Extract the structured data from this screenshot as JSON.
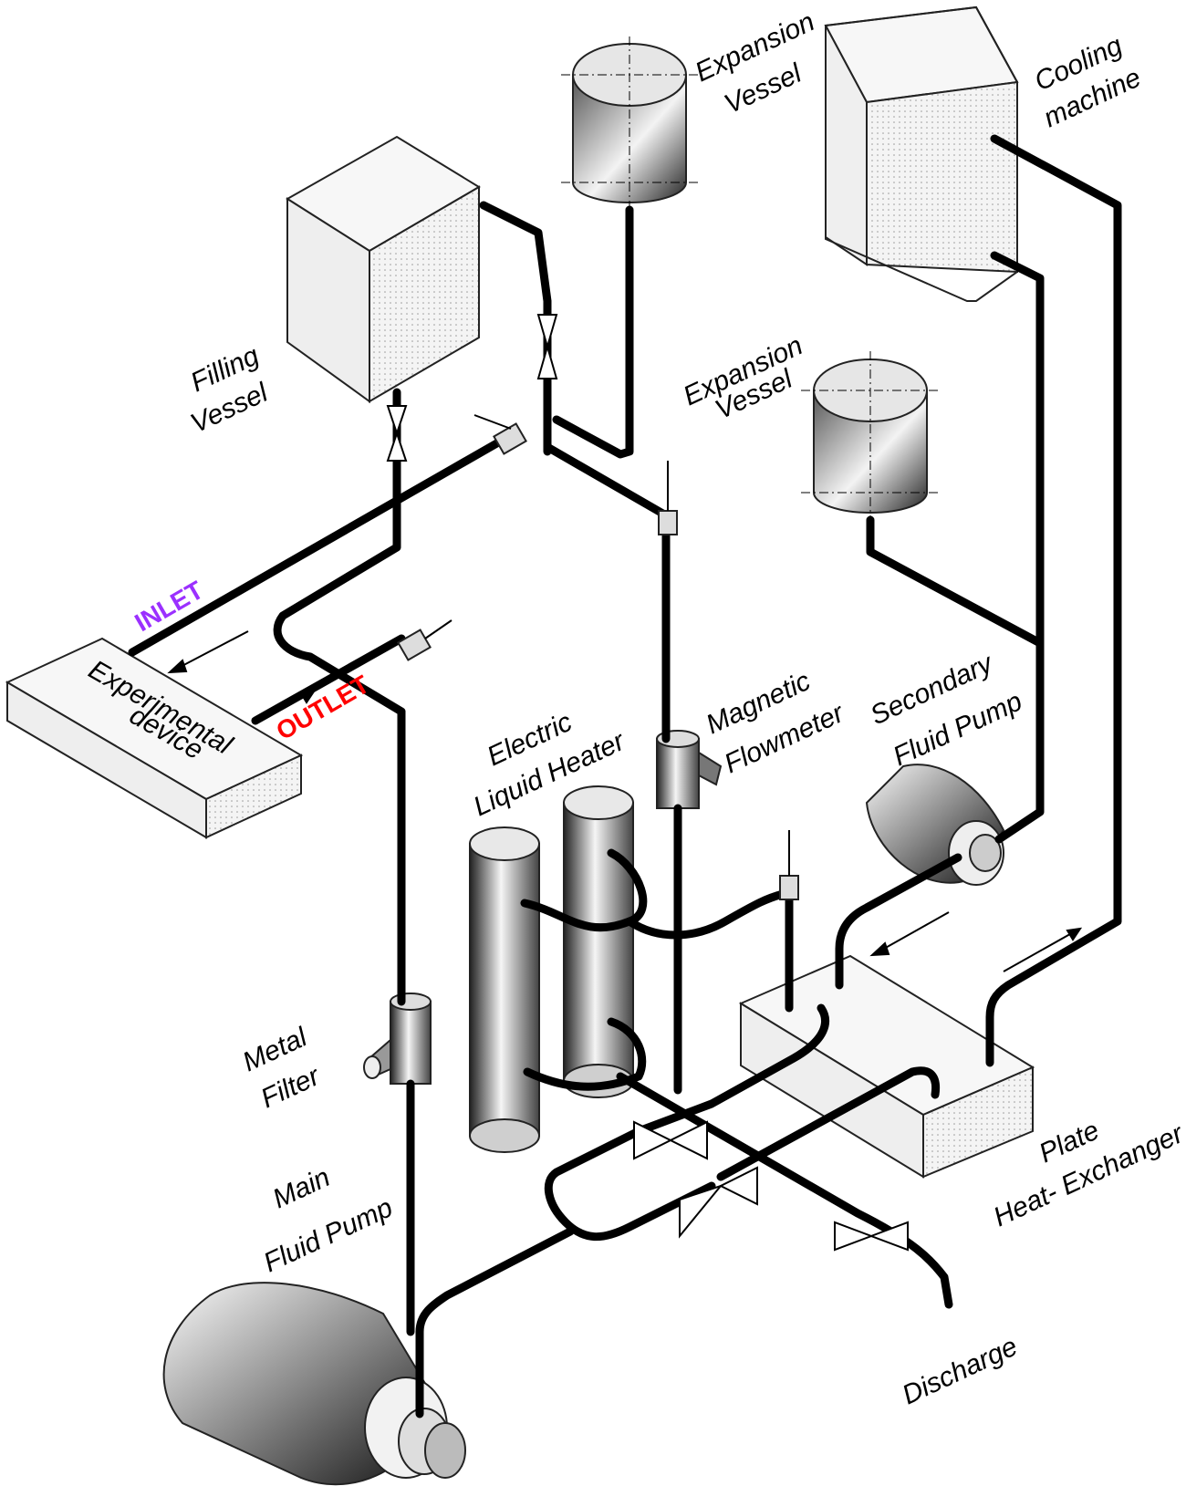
{
  "labels": {
    "expansion_vessel_top": [
      "Expansion",
      "Vessel"
    ],
    "cooling_machine": [
      "Cooling",
      "machine"
    ],
    "filling_vessel": [
      "Filling",
      "Vessel"
    ],
    "expansion_vessel_mid": [
      "Expansion",
      "Vessel"
    ],
    "inlet": "INLET",
    "outlet": "OUTLET",
    "experimental_device": [
      "Experimental",
      "device"
    ],
    "magnetic_flowmeter": [
      "Magnetic",
      "Flowmeter"
    ],
    "secondary_fluid_pump": [
      "Secondary",
      "Fluid Pump"
    ],
    "electric_liquid_heater": [
      "Electric",
      "Liquid Heater"
    ],
    "metal_filter": [
      "Metal",
      "Filter"
    ],
    "plate_heat_exchanger": [
      "Plate",
      "Heat- Exchanger"
    ],
    "main_fluid_pump": [
      "Main",
      "Fluid Pump"
    ],
    "discharge": "Discharge"
  },
  "colors": {
    "inlet": "#9b30ff",
    "outlet": "#ff0000",
    "pipe": "#000000",
    "box_face": "#f0f0f0"
  }
}
